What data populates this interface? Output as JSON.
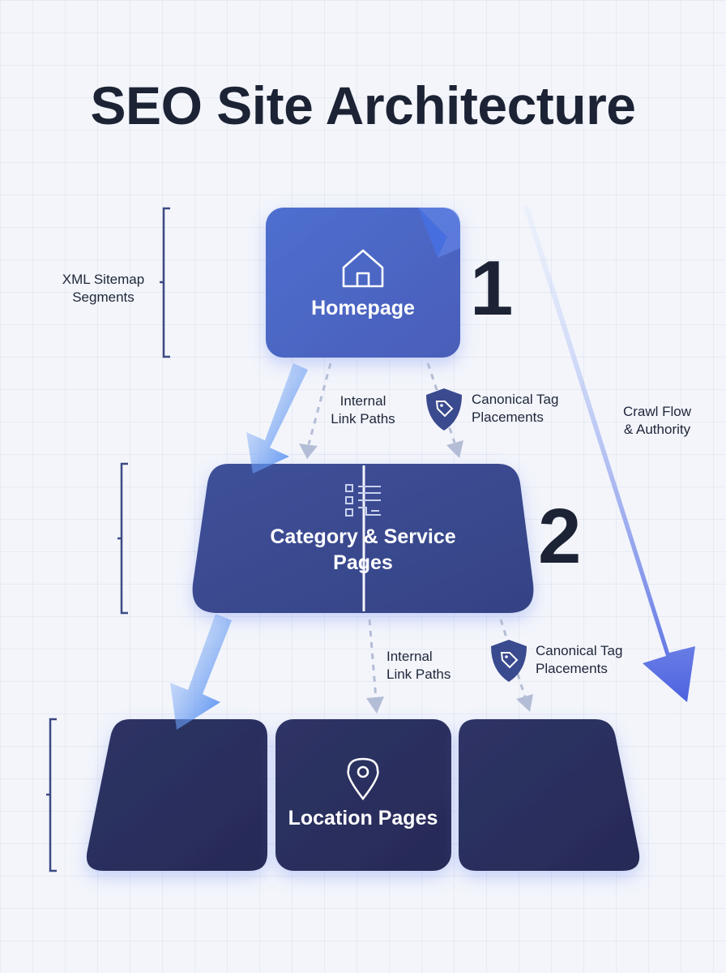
{
  "title": "SEO Site Architecture",
  "annotations": {
    "sitemap": [
      "XML Sitemap",
      "Segments"
    ],
    "internal_links_top": [
      "Internal",
      "Link Paths"
    ],
    "canonical_top": [
      "Canonical Tag",
      "Placements"
    ],
    "crawl_flow": [
      "Crawl Flow",
      "& Authority"
    ],
    "internal_links_bottom": [
      "Internal",
      "Link Paths"
    ],
    "canonical_bottom": [
      "Canonical Tag",
      "Placements"
    ]
  },
  "tiers": [
    {
      "label": "Homepage",
      "number": "1",
      "icon": "home-icon"
    },
    {
      "label_lines": [
        "Category & Service",
        "Pages"
      ],
      "number": "2",
      "icon": "list-icon"
    },
    {
      "label": "Location Pages",
      "icon": "location-pin-icon"
    }
  ],
  "colors": {
    "text_dark": "#1c2335",
    "tier1": "#4a67c4",
    "tier2": "#3a4a8e",
    "tier3": "#2a2d5e",
    "arrow_blue": "#3f80f0",
    "dashed": "#b4bdd6"
  }
}
